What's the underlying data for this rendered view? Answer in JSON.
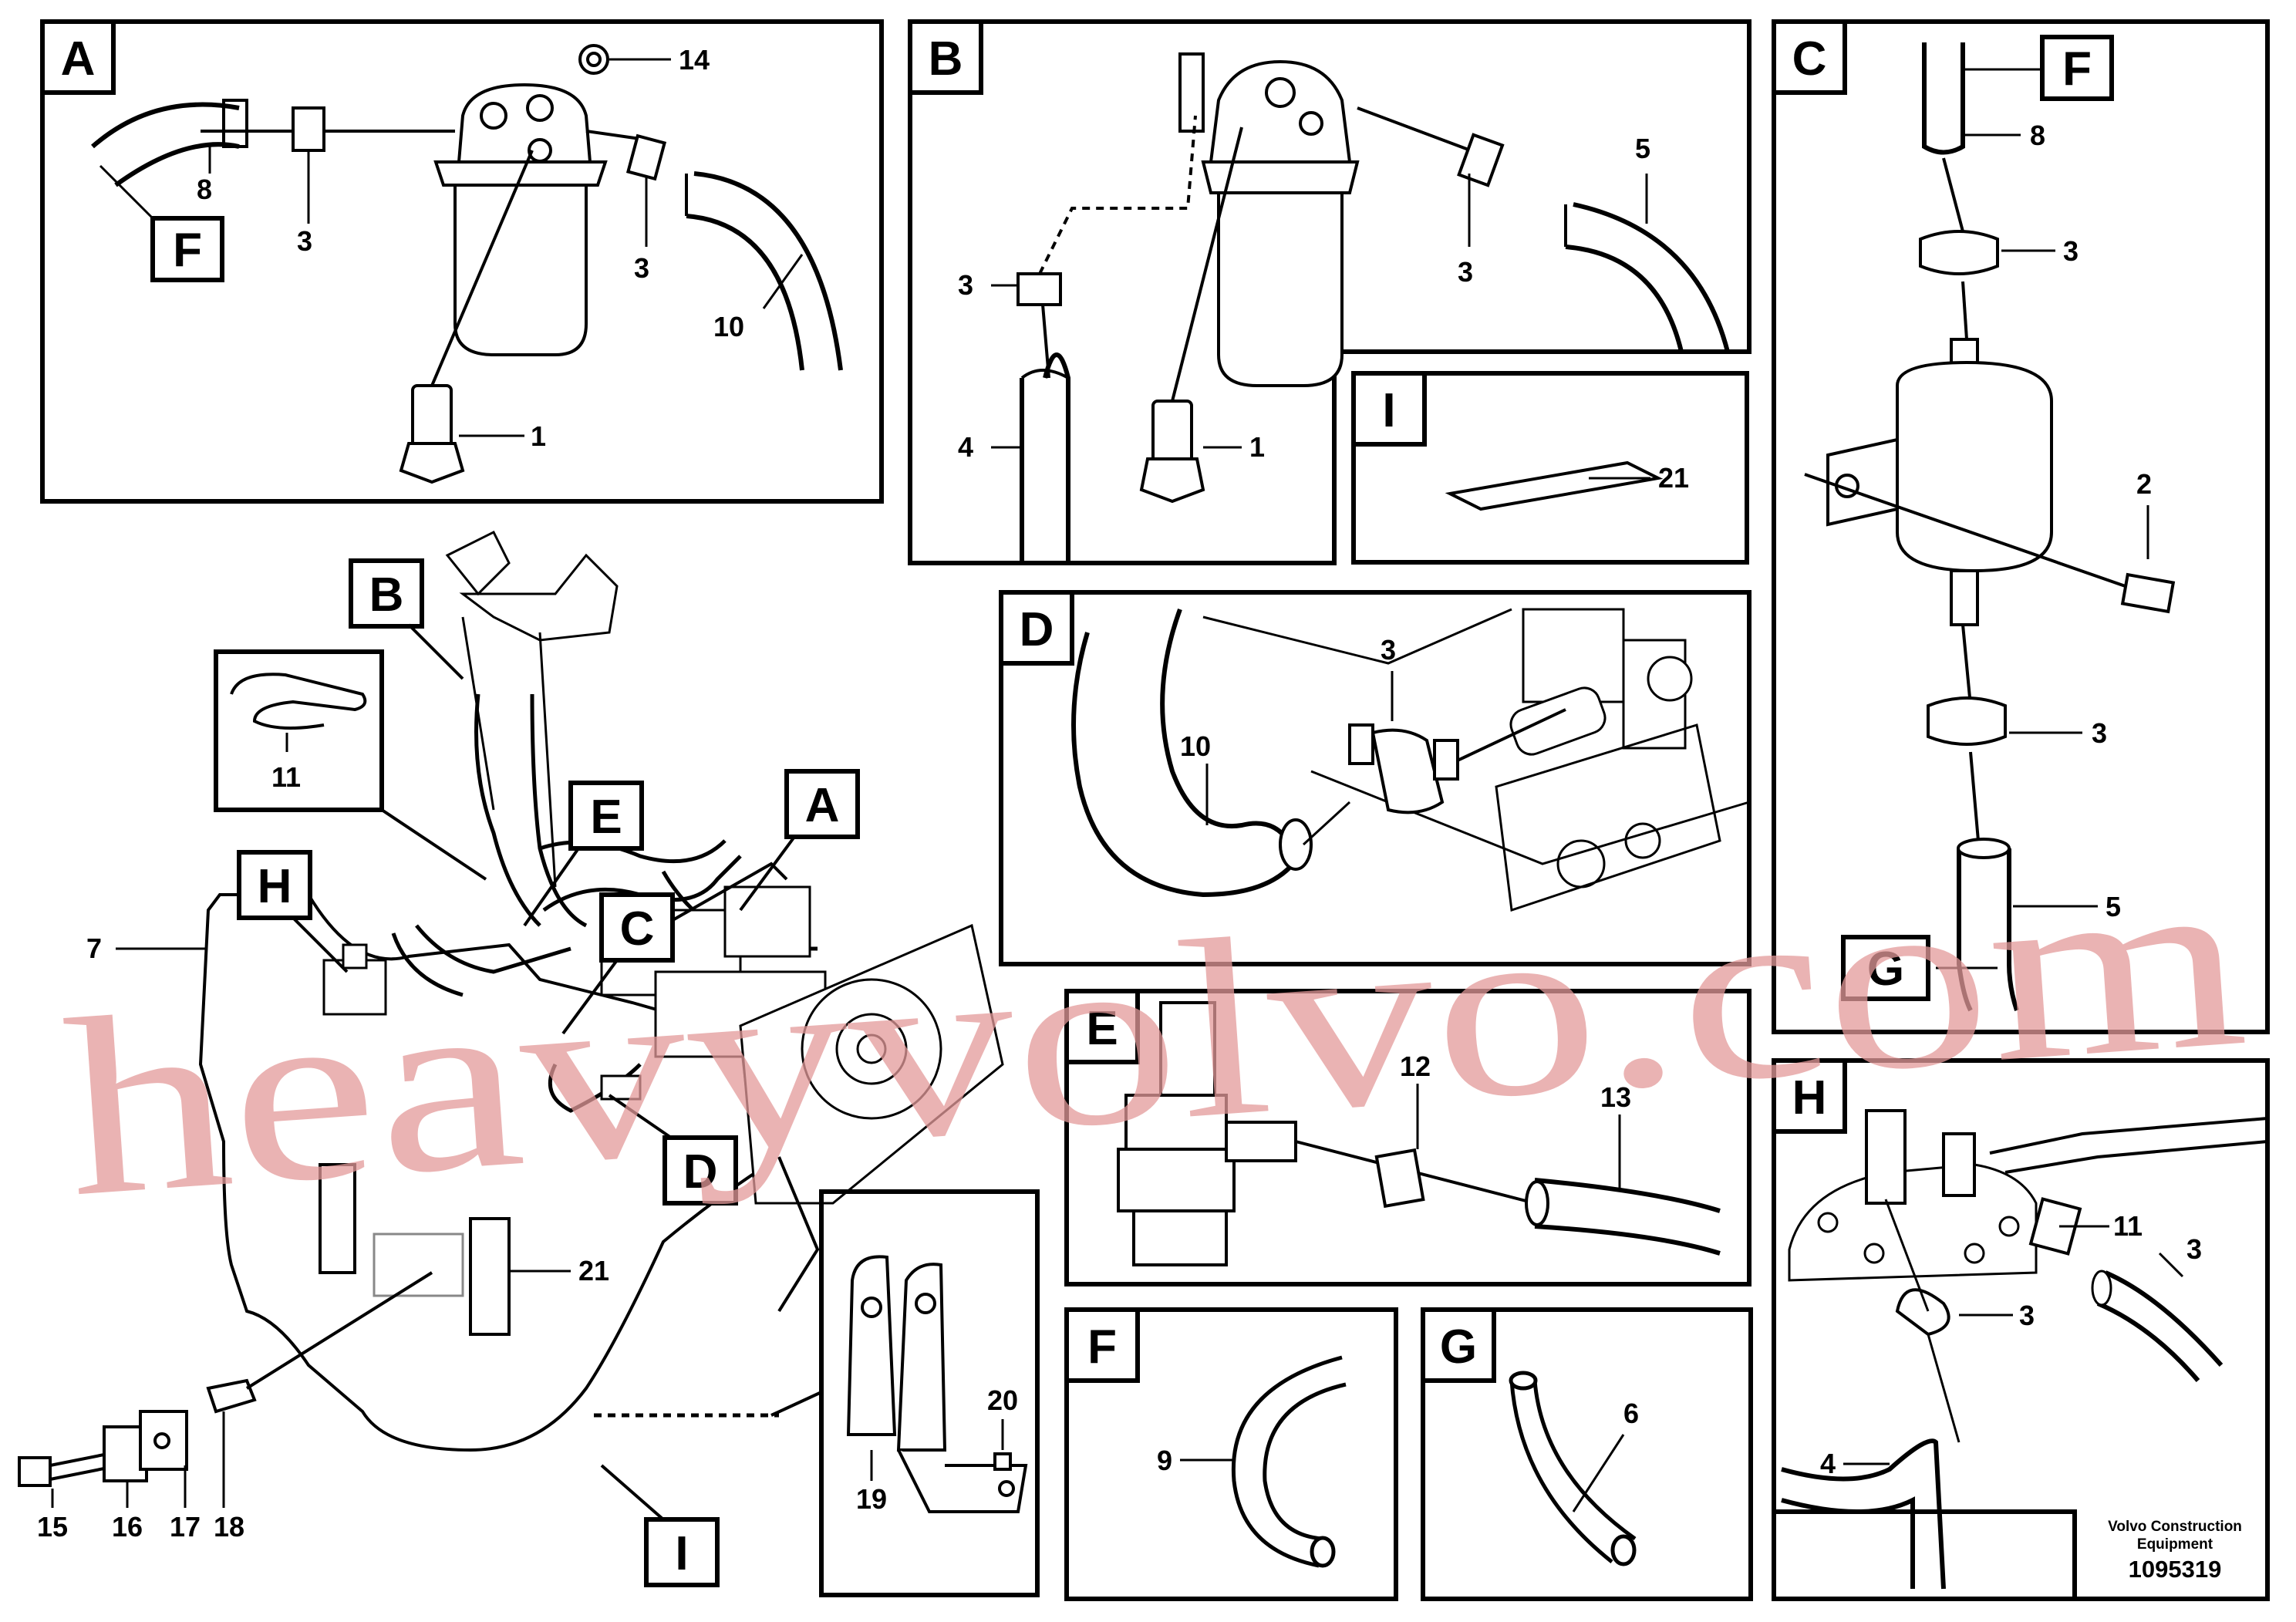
{
  "panels": {
    "A": {
      "letter": "A",
      "callouts": [
        "14",
        "8",
        "3",
        "3",
        "10",
        "1"
      ],
      "ref": "F"
    },
    "B": {
      "letter": "B",
      "callouts": [
        "5",
        "3",
        "3",
        "4",
        "1"
      ]
    },
    "C": {
      "letter": "C",
      "callouts": [
        "8",
        "3",
        "2",
        "3",
        "5"
      ],
      "ref_top": "F",
      "ref_bottom": "G"
    },
    "D": {
      "letter": "D",
      "callouts": [
        "3",
        "10"
      ]
    },
    "E": {
      "letter": "E",
      "callouts": [
        "12",
        "13"
      ]
    },
    "F": {
      "letter": "F",
      "callouts": [
        "9"
      ]
    },
    "G": {
      "letter": "G",
      "callouts": [
        "6"
      ]
    },
    "H": {
      "letter": "H",
      "callouts": [
        "11",
        "3",
        "3",
        "4"
      ]
    },
    "I": {
      "letter": "I",
      "callouts": [
        "21"
      ]
    }
  },
  "main": {
    "view_labels": [
      "B",
      "E",
      "A",
      "H",
      "C",
      "D",
      "I"
    ],
    "callouts": [
      "11",
      "7",
      "21",
      "15",
      "16",
      "17",
      "18",
      "19",
      "20"
    ]
  },
  "footer": {
    "company_line1": "Volvo Construction",
    "company_line2": "Equipment",
    "drawing_number": "1095319"
  },
  "watermark": "heavyvolvo.com"
}
